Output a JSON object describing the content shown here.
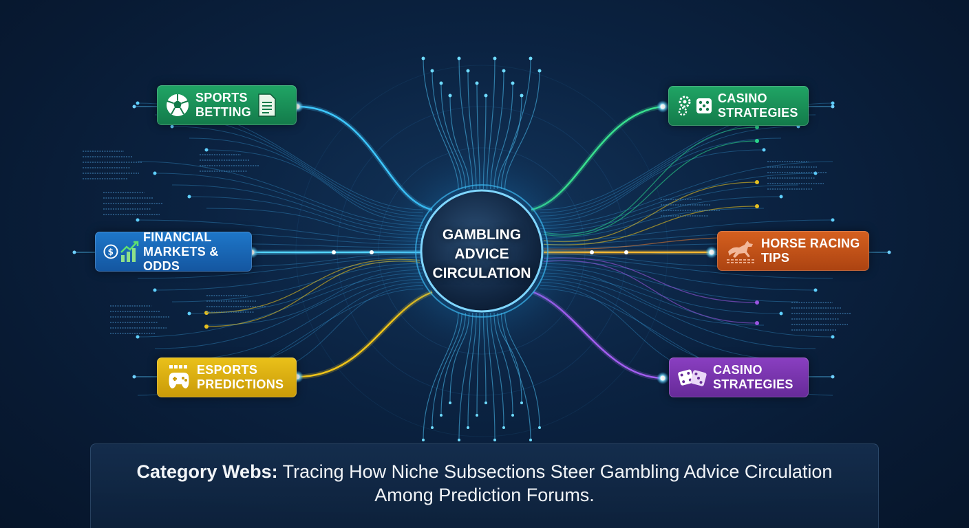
{
  "hub": {
    "lines": [
      "GAMBLING",
      "ADVICE",
      "CIRCULATION"
    ]
  },
  "nodes": [
    {
      "id": "sports-betting",
      "lines": [
        "SPORTS",
        "BETTING"
      ],
      "color": "#1a9a5e"
    },
    {
      "id": "financial-markets",
      "lines": [
        "FINANCIAL",
        "MARKETS & ODDS"
      ],
      "color": "#1a6cbd"
    },
    {
      "id": "esports-predictions",
      "lines": [
        "ESPORTS",
        "PREDICTIONS"
      ],
      "color": "#e0b414"
    },
    {
      "id": "casino-strategies-top",
      "lines": [
        "CASINO",
        "STRATEGIES"
      ],
      "color": "#1a9a5e"
    },
    {
      "id": "horse-racing-tips",
      "lines": [
        "HORSE RACING",
        "TIPS"
      ],
      "color": "#c55218"
    },
    {
      "id": "casino-strategies-bottom",
      "lines": [
        "CASINO",
        "STRATEGIES"
      ],
      "color": "#7a35b0"
    }
  ],
  "icons": [
    "soccer-ball-icon",
    "document-icon",
    "dollar-coin-icon",
    "growth-chart-icon",
    "gamepad-icon",
    "gears-icon",
    "dice-icon",
    "horse-icon"
  ],
  "caption": {
    "bold": "Category Webs:",
    "text": " Tracing How Niche Subsections Steer Gambling Advice Circulation Among Prediction Forums."
  }
}
